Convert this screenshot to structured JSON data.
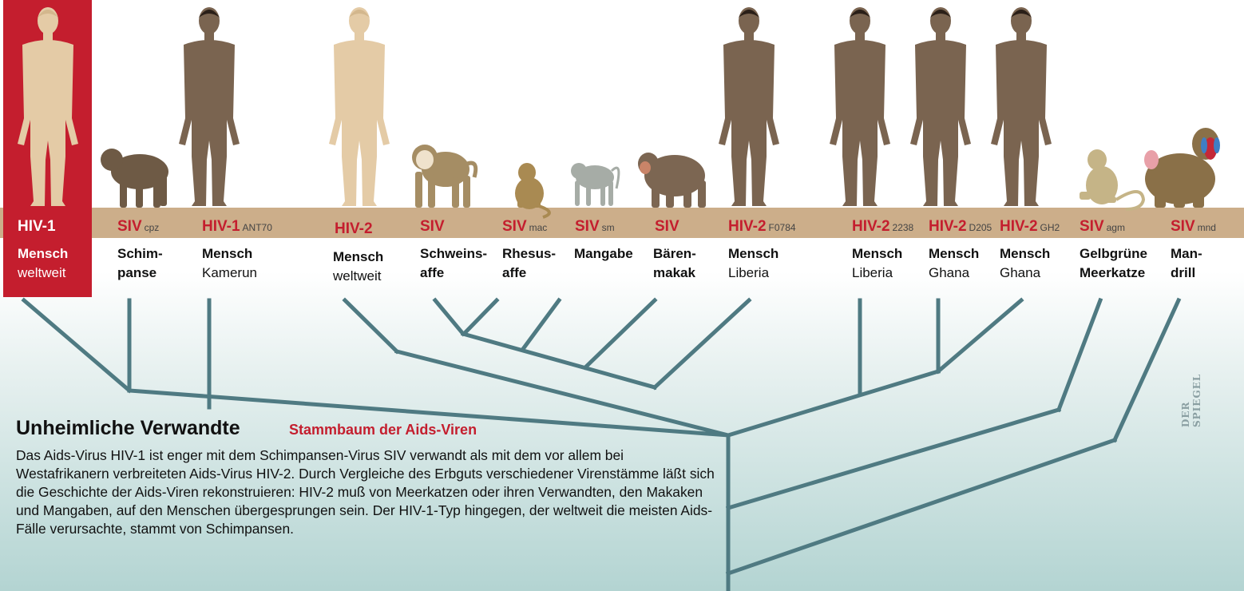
{
  "taxa": [
    {
      "virus": "HIV-1",
      "strain": "",
      "host_line1": "Mensch",
      "host_line2": "weltweit",
      "highlight": true
    },
    {
      "virus": "SIV",
      "strain": "cpz",
      "host_line1": "Schim-",
      "host_line2": "panse"
    },
    {
      "virus": "HIV-1",
      "strain": "ANT70",
      "host_line1": "Mensch",
      "host_line2": "Kamerun"
    },
    {
      "virus": "HIV-2",
      "strain": "",
      "host_line1": "Mensch",
      "host_line2": "weltweit"
    },
    {
      "virus": "SIV",
      "strain": "",
      "host_line1": "Schweins-",
      "host_line2": "affe"
    },
    {
      "virus": "SIV",
      "strain": "mac",
      "host_line1": "Rhesus-",
      "host_line2": "affe"
    },
    {
      "virus": "SIV",
      "strain": "sm",
      "host_line1": "Mangabe",
      "host_line2": ""
    },
    {
      "virus": "SIV",
      "strain": "",
      "host_line1": "Bären-",
      "host_line2": "makak"
    },
    {
      "virus": "HIV-2",
      "strain": "F0784",
      "host_line1": "Mensch",
      "host_line2": "Liberia"
    },
    {
      "virus": "HIV-2",
      "strain": "2238",
      "host_line1": "Mensch",
      "host_line2": "Liberia"
    },
    {
      "virus": "HIV-2",
      "strain": "D205",
      "host_line1": "Mensch",
      "host_line2": "Ghana"
    },
    {
      "virus": "HIV-2",
      "strain": "GH2",
      "host_line1": "Mensch",
      "host_line2": "Ghana"
    },
    {
      "virus": "SIV",
      "strain": "agm",
      "host_line1": "Gelbgrüne",
      "host_line2": "Meerkatze"
    },
    {
      "virus": "SIV",
      "strain": "mnd",
      "host_line1": "Man-",
      "host_line2": "drill"
    }
  ],
  "caption": {
    "title": "Unheimliche Verwandte",
    "subtitle": "Stammbaum der Aids-Viren",
    "text": "Das Aids-Virus HIV-1 ist enger mit dem Schimpansen-Virus SIV verwandt als mit dem vor allem bei Westafrikanern verbreiteten Aids-Virus HIV-2. Durch Vergleiche des Erbguts verschiedener Virenstämme läßt sich die Geschichte der Aids-Viren rekonstruieren: HIV-2 muß von Meerkatzen oder ihren Verwandten, den Makaken und Mangaben, auf den Menschen übergesprungen sein. Der HIV-1-Typ hingegen, der weltweit die meisten Aids-Fälle verursachte, stammt von Schimpansen."
  },
  "credit": "DER SPIEGEL",
  "colors": {
    "accent_red": "#c41e2e",
    "branch": "#4f7a82",
    "band": "#ccae8a",
    "human_dark": "#7a6450",
    "human_light": "#e4cba6",
    "background_teal": "#b3d4d2"
  }
}
